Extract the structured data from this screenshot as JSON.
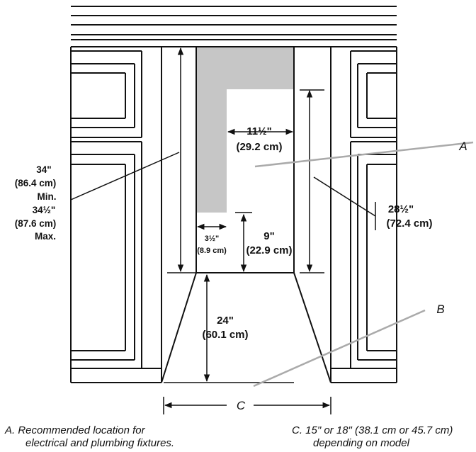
{
  "labels": {
    "callout_a": "A",
    "callout_b": "B",
    "callout_c": "C",
    "width_opening": "11½\"",
    "width_opening_cm": "(29.2 cm)",
    "small_offset": "3½\"",
    "small_offset_cm": "(8.9 cm)",
    "floor_clearance": "9\"",
    "floor_clearance_cm": "(22.9 cm)",
    "lower_height": "24\"",
    "lower_height_cm": "(60.1 cm)",
    "right_height": "28½\"",
    "right_height_cm": "(72.4 cm)",
    "left_height_min": "34\"",
    "left_height_min_cm": "(86.4 cm)",
    "min_label": "Min.",
    "left_height_max": "34½\"",
    "left_height_max_cm": "(87.6 cm)",
    "max_label": "Max."
  },
  "captions": {
    "a_line1": "A. Recommended location for",
    "a_line2": "electrical and plumbing fixtures.",
    "c_line1": "C. 15\" or 18\" (38.1 cm or 45.7 cm)",
    "c_line2": "depending on model"
  }
}
